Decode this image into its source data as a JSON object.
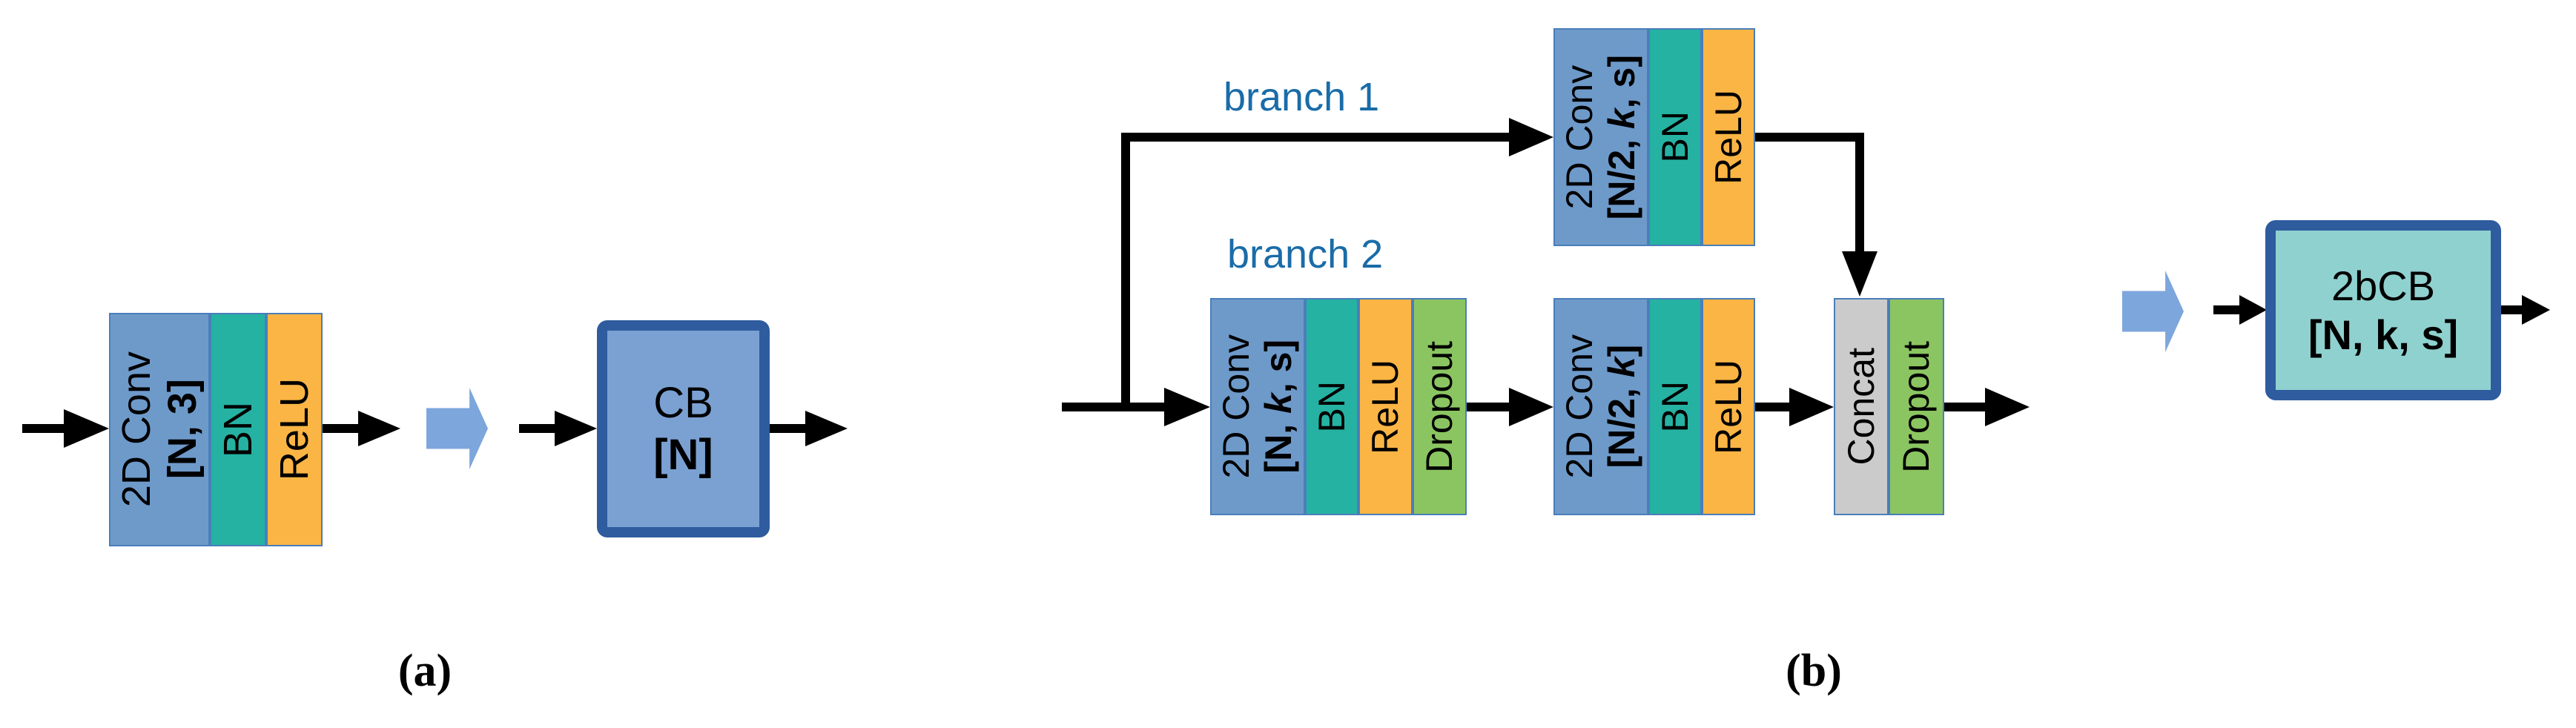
{
  "colors": {
    "conv_blue": "#6E9ACA",
    "bn_teal": "#25B2A2",
    "relu_orange": "#FBB545",
    "dropout_green": "#8BC561",
    "concat_gray": "#CBCBCB",
    "box_border_blue": "#2E5C9E",
    "cb_fill": "#7BA1D3",
    "bcb_fill": "#8FD1CF",
    "block_arrow_blue": "#7DA6DC",
    "branch_label_blue": "#1A6CA8",
    "arrow_black": "#000000"
  },
  "panel_a": {
    "caption": "(a)",
    "stack": {
      "conv": {
        "line1": "2D Conv",
        "param_pre": "[N, 3]",
        "param_italic": "",
        "param_post": ""
      },
      "bn": "BN",
      "relu": "ReLU"
    },
    "cb_box": {
      "title": "CB",
      "param": "[N]"
    }
  },
  "panel_b": {
    "caption": "(b)",
    "branch1_label": "branch 1",
    "branch2_label": "branch 2",
    "branch1_block": {
      "conv": {
        "line1": "2D Conv",
        "param_pre": "[N/2, ",
        "param_italic": "k",
        "param_post": ", s]"
      },
      "bn": "BN",
      "relu": "ReLU"
    },
    "branch2_block1": {
      "conv": {
        "line1": "2D Conv",
        "param_pre": "[N, ",
        "param_italic": "k",
        "param_post": ", s]"
      },
      "bn": "BN",
      "relu": "ReLU",
      "dropout": "Dropout"
    },
    "branch2_block2": {
      "conv": {
        "line1": "2D Conv",
        "param_pre": "[N/2, ",
        "param_italic": "k",
        "param_post": "]"
      },
      "bn": "BN",
      "relu": "ReLU"
    },
    "merge": {
      "concat": "Concat",
      "dropout": "Dropout"
    },
    "bcb_box": {
      "title": "2bCB",
      "param": "[N, k, s]"
    }
  }
}
